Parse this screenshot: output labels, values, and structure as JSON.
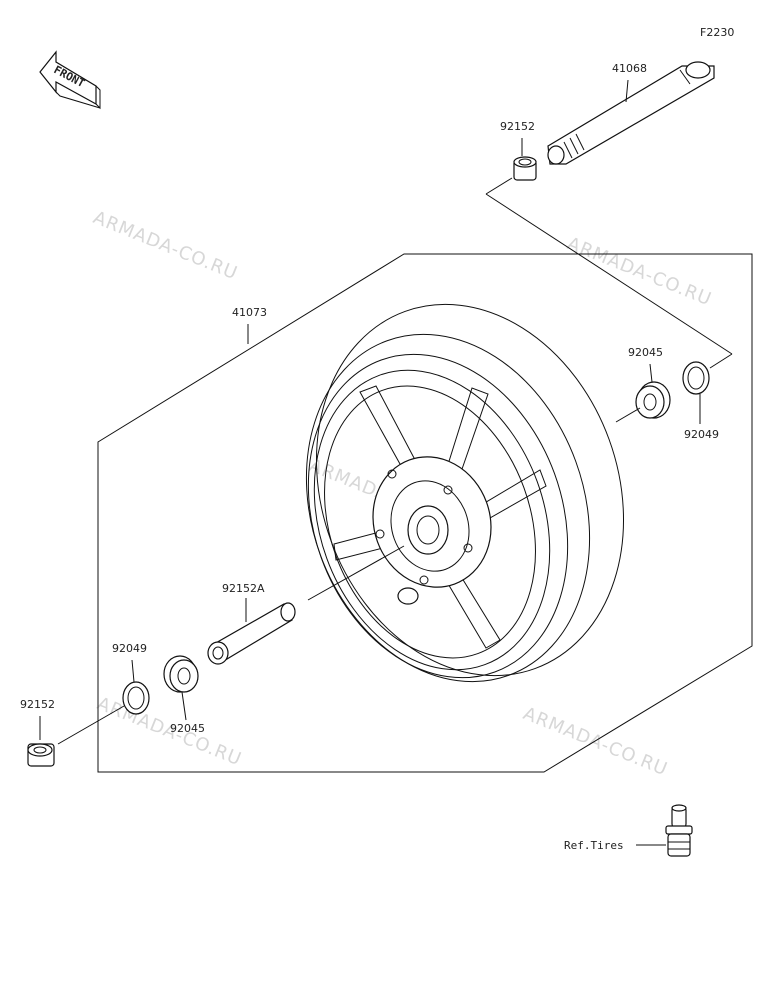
{
  "diagram_code": "F2230",
  "front_label": "FRONT",
  "watermark_text": "ARMADA-CO.RU",
  "ref_label": "Ref.Tires",
  "parts": {
    "axle": "41068",
    "collar_top": "92152",
    "wheel": "41073",
    "bearing_right": "92045",
    "seal_right": "92049",
    "spacer": "92152A",
    "seal_left": "92049",
    "bearing_left": "92045",
    "collar_left": "92152"
  },
  "colors": {
    "line": "#111111",
    "watermark": "#d7d7d7",
    "background": "#ffffff"
  }
}
